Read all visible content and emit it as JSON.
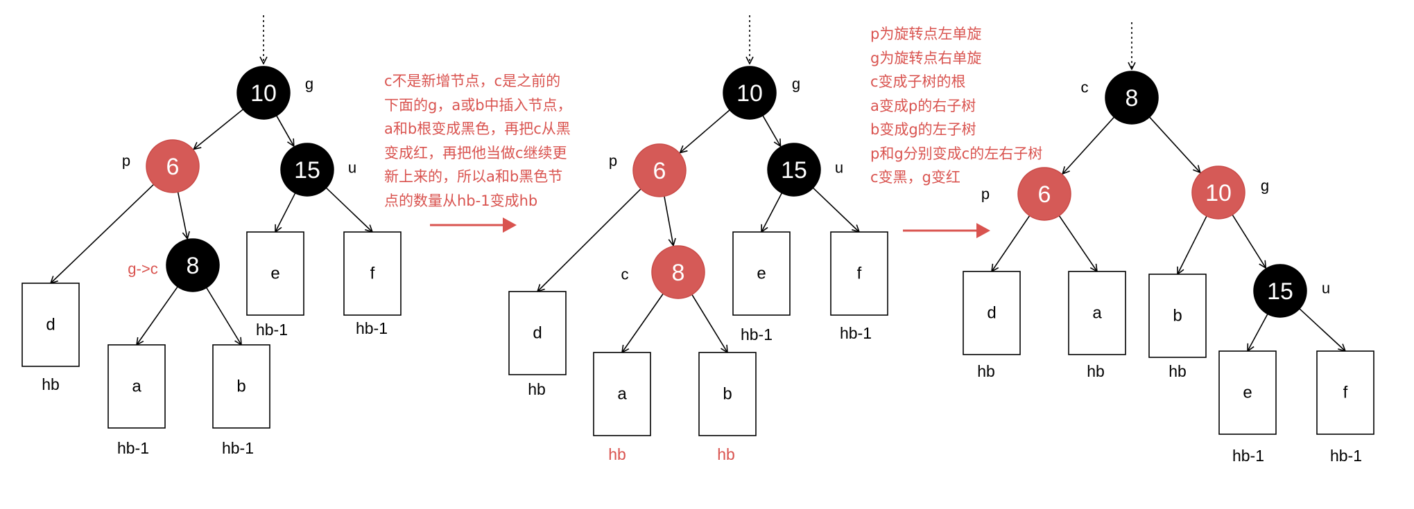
{
  "colors": {
    "black_node": "#000000",
    "red_node": "#d55a57",
    "node_border": "#c94a47",
    "text_red": "#d9534f",
    "stroke": "#000000",
    "box_fill": "#ffffff"
  },
  "panels": [
    {
      "id": "p1",
      "nodes": [
        {
          "id": "g",
          "value": "10",
          "color": "black",
          "tag": "g"
        },
        {
          "id": "p",
          "value": "6",
          "color": "red",
          "tag": "p"
        },
        {
          "id": "u",
          "value": "15",
          "color": "black",
          "tag": "u"
        },
        {
          "id": "c",
          "value": "8",
          "color": "black",
          "tag": "g->c"
        }
      ],
      "boxes": [
        {
          "id": "d",
          "label": "d",
          "height_label": "hb"
        },
        {
          "id": "a",
          "label": "a",
          "height_label": "hb-1"
        },
        {
          "id": "b",
          "label": "b",
          "height_label": "hb-1"
        },
        {
          "id": "e",
          "label": "e",
          "height_label": "hb-1"
        },
        {
          "id": "f",
          "label": "f",
          "height_label": "hb-1"
        }
      ]
    },
    {
      "id": "p2",
      "nodes": [
        {
          "id": "g",
          "value": "10",
          "color": "black",
          "tag": "g"
        },
        {
          "id": "p",
          "value": "6",
          "color": "red",
          "tag": "p"
        },
        {
          "id": "u",
          "value": "15",
          "color": "black",
          "tag": "u"
        },
        {
          "id": "c",
          "value": "8",
          "color": "red",
          "tag": "c"
        }
      ],
      "boxes": [
        {
          "id": "d",
          "label": "d",
          "height_label": "hb"
        },
        {
          "id": "a",
          "label": "a",
          "height_label": "hb"
        },
        {
          "id": "b",
          "label": "b",
          "height_label": "hb"
        },
        {
          "id": "e",
          "label": "e",
          "height_label": "hb-1"
        },
        {
          "id": "f",
          "label": "f",
          "height_label": "hb-1"
        }
      ]
    },
    {
      "id": "p3",
      "nodes": [
        {
          "id": "c",
          "value": "8",
          "color": "black",
          "tag": "c"
        },
        {
          "id": "p",
          "value": "6",
          "color": "red",
          "tag": "p"
        },
        {
          "id": "g",
          "value": "10",
          "color": "red",
          "tag": "g"
        },
        {
          "id": "u",
          "value": "15",
          "color": "black",
          "tag": "u"
        }
      ],
      "boxes": [
        {
          "id": "d",
          "label": "d",
          "height_label": "hb"
        },
        {
          "id": "a",
          "label": "a",
          "height_label": "hb"
        },
        {
          "id": "b",
          "label": "b",
          "height_label": "hb"
        },
        {
          "id": "e",
          "label": "e",
          "height_label": "hb-1"
        },
        {
          "id": "f",
          "label": "f",
          "height_label": "hb-1"
        }
      ]
    }
  ],
  "notes": {
    "note1": [
      "c不是新增节点，c是之前的",
      "下面的g，a或b中插入节点，",
      "a和b根变成黑色，再把c从黑",
      "变成红，再把他当做c继续更",
      "新上来的，所以a和b黑色节",
      "点的数量从hb-1变成hb"
    ],
    "note2": [
      "p为旋转点左单旋",
      "g为旋转点右单旋",
      "c变成子树的根",
      "a变成p的右子树",
      "b变成g的左子树",
      "p和g分别变成c的左右子树",
      "c变黑，g变红"
    ]
  }
}
